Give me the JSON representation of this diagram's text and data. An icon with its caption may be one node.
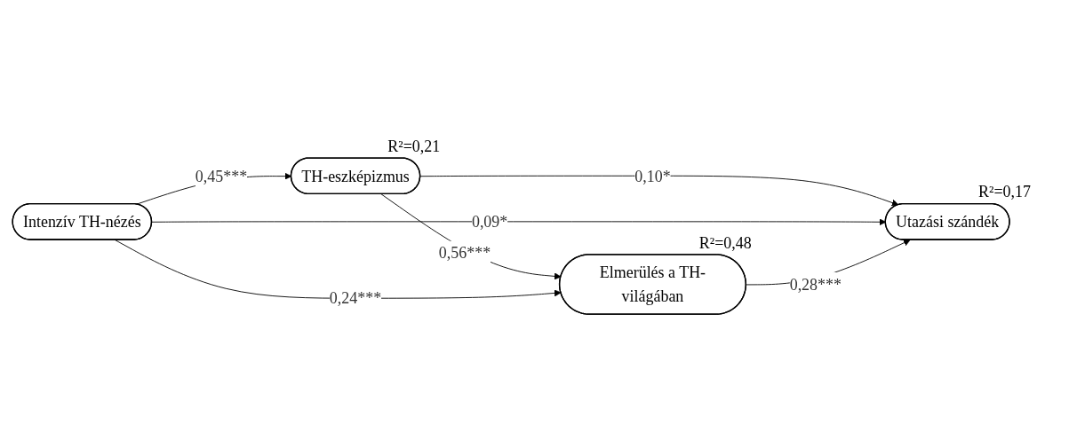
{
  "diagram": {
    "nodes": [
      {
        "text": [
          "Intenzív TH-nézés"
        ]
      },
      {
        "text": [
          "TH-eszképizmus"
        ],
        "beside": [
          "R²=0,21"
        ]
      },
      {
        "text": [
          "Elmerülés a TH-világában"
        ],
        "beside": [
          "R²=0,48"
        ]
      },
      {
        "text": [
          "Utazási szándék"
        ],
        "beside": [
          "R²=0,17"
        ]
      }
    ],
    "edges": [
      {
        "from": 0,
        "to": 1,
        "arrow": "to",
        "label": "0,45***"
      },
      {
        "from": 1,
        "to": 3,
        "arrow": "to",
        "label": "0,10*"
      },
      {
        "from": 0,
        "to": 3,
        "arrow": "to",
        "label": "0,09*"
      },
      {
        "from": 1,
        "to": 2,
        "arrow": "to",
        "label": "0,56***"
      },
      {
        "from": 0,
        "to": 2,
        "arrow": "to",
        "label": "0,24***"
      },
      {
        "from": 2,
        "to": 3,
        "arrow": "to",
        "label": "0,28***"
      }
    ]
  }
}
